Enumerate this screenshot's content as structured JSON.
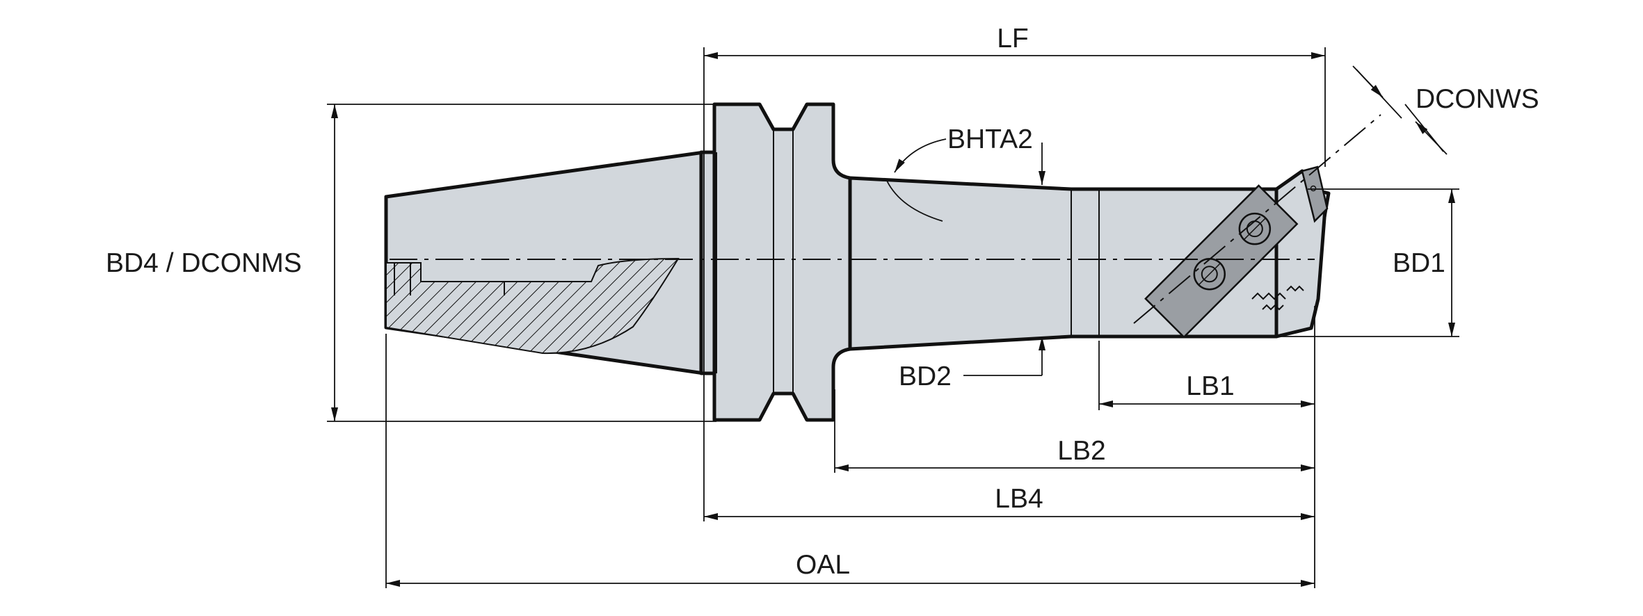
{
  "labels": {
    "lf": "LF",
    "bhta2": "BHTA2",
    "dconws": "DCONWS",
    "bd4_dconms": "BD4 / DCONMS",
    "bd1": "BD1",
    "bd2": "BD2",
    "lb1": "LB1",
    "lb2": "LB2",
    "lb4": "LB4",
    "oal": "OAL"
  }
}
